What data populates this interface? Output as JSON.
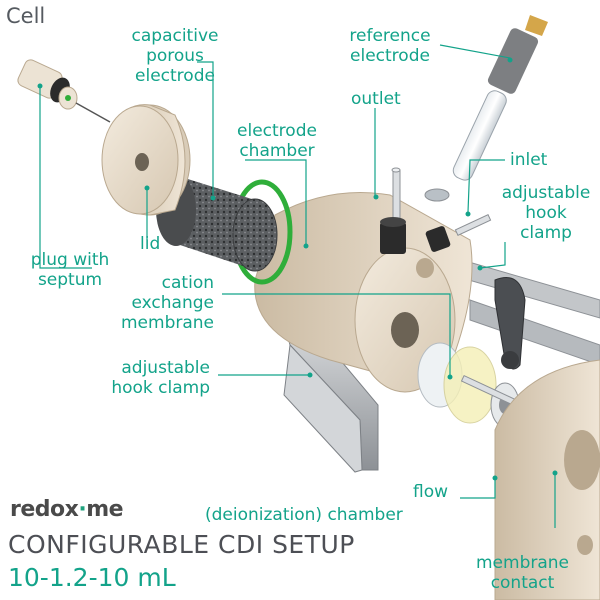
{
  "title": "Cell",
  "colors": {
    "accent": "#13a38a",
    "text_dark": "#555a60",
    "part_cream": "#e8dccb",
    "o_ring": "#2fae3a"
  },
  "labels": {
    "capacitive_porous_electrode": "capacitive\nporous\nelectrode",
    "reference_electrode": "reference\nelectrode",
    "outlet": "outlet",
    "electrode_chamber": "electrode\nchamber",
    "inlet": "inlet",
    "adjustable_hook_clamp_right": "adjustable\nhook\nclamp",
    "plug_with_septum": "plug with\nseptum",
    "lid": "lid",
    "cation_exchange_membrane": "cation\nexchange\nmembrane",
    "adjustable_hook_clamp_left": "adjustable\nhook clamp",
    "flow_chamber": "flow",
    "deionization_chamber": "(deionization) chamber",
    "membrane_contact": "membrane\ncontact"
  },
  "brand": {
    "name_prefix": "redox",
    "name_dot": "·",
    "name_suffix": "me"
  },
  "setup_title": "CONFIGURABLE CDI SETUP",
  "volume": "10-1.2-10 mL"
}
